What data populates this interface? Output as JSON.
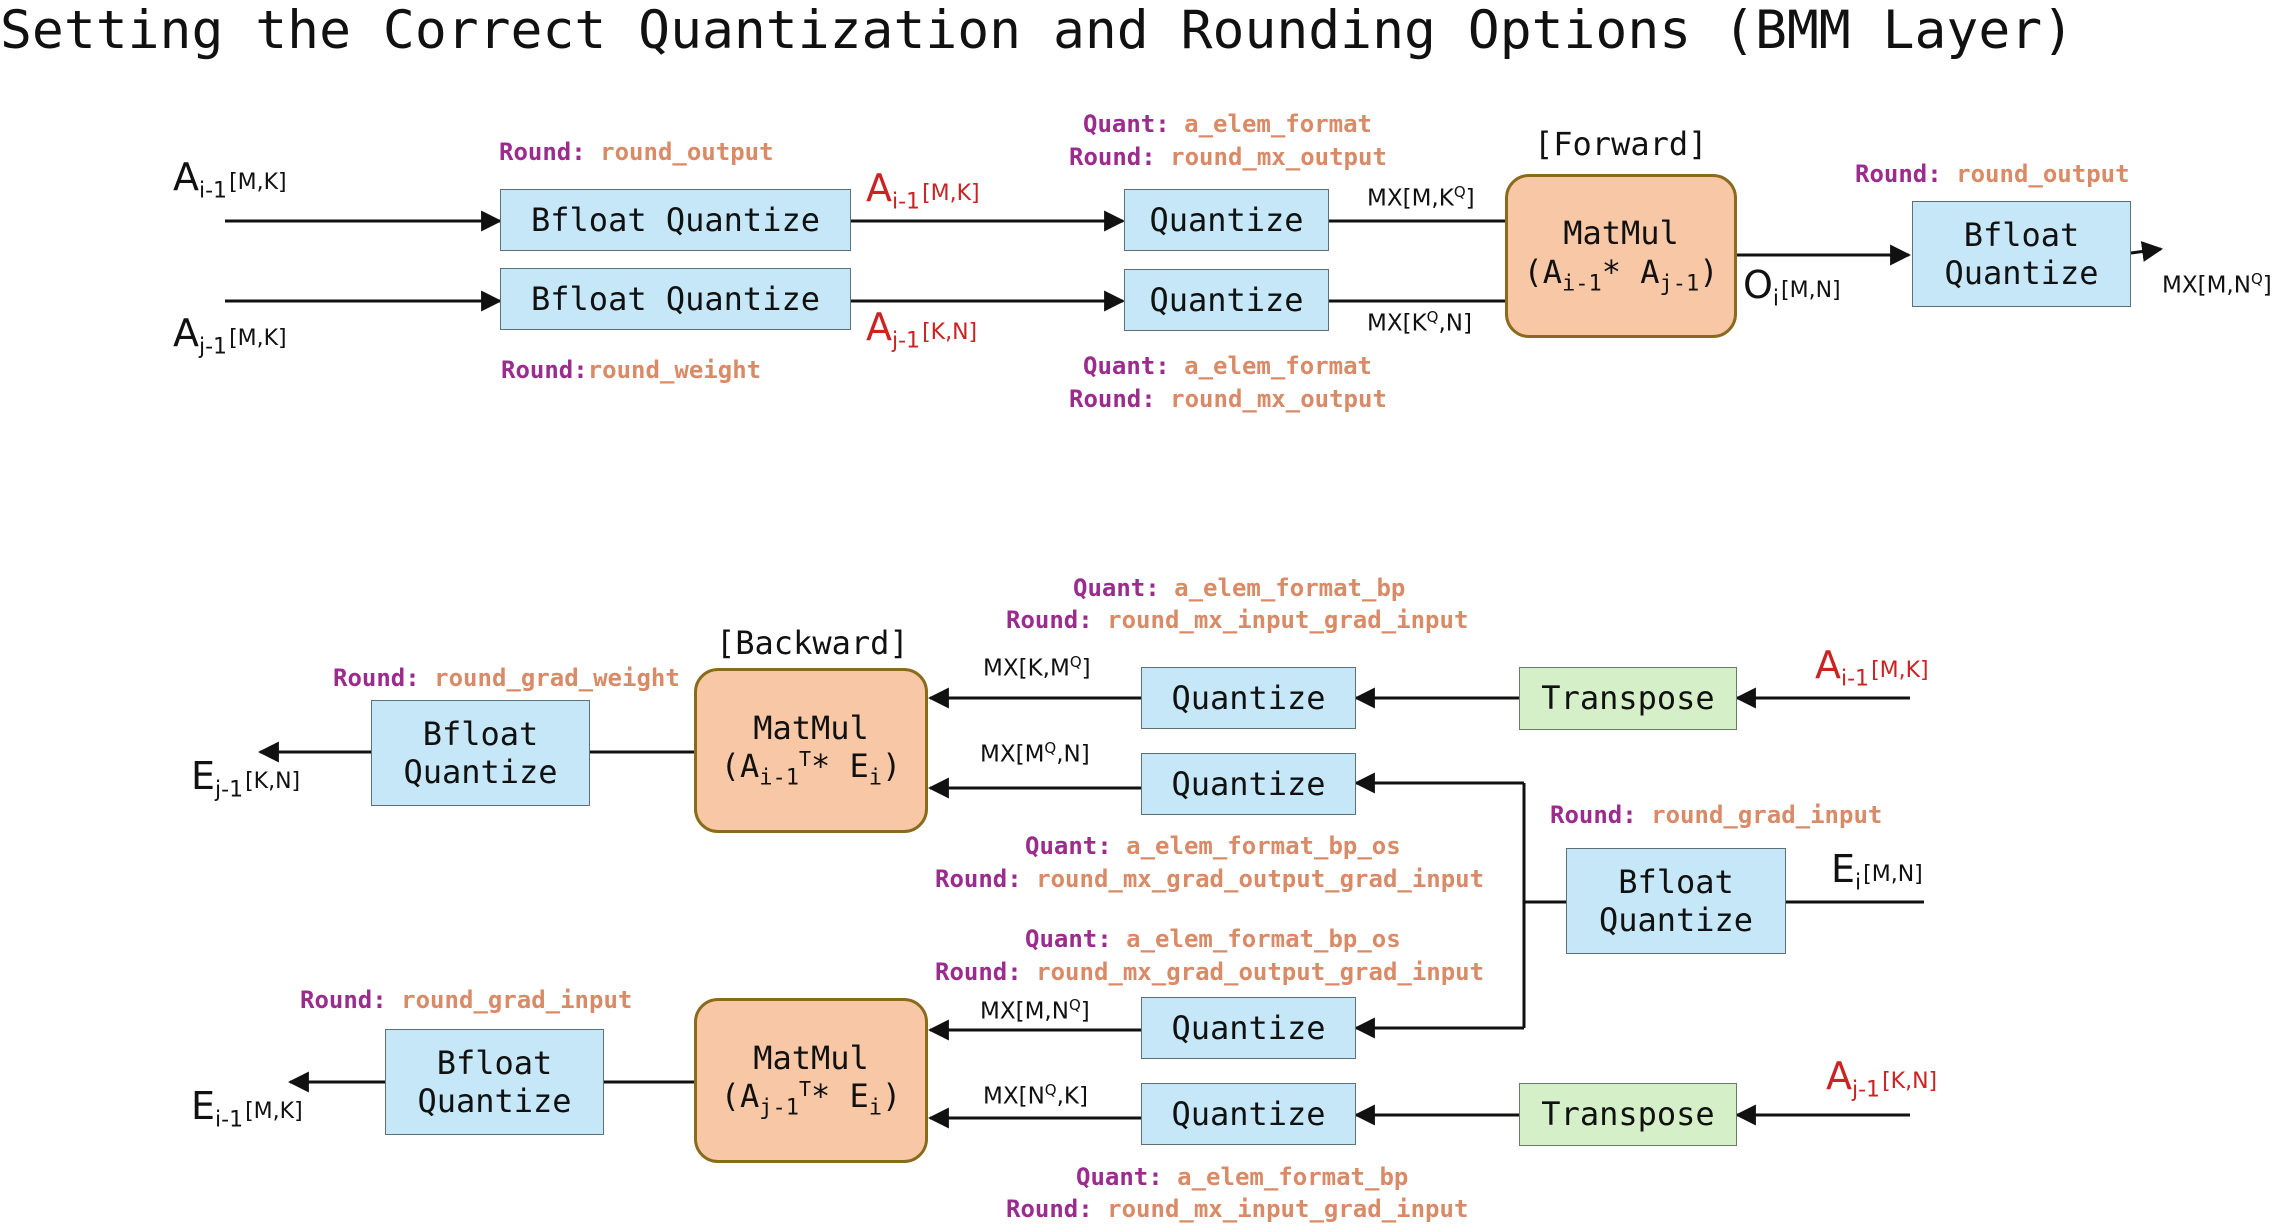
{
  "title": "Setting the Correct Quantization and Rounding Options (BMM Layer)",
  "common": {
    "round_key": "Round:",
    "quant_key": "Quant:",
    "bfloat_quantize": "Bfloat Quantize",
    "bfloat": "Bfloat",
    "quantize_word": "Quantize",
    "quantize": "Quantize",
    "transpose": "Transpose",
    "matmul": "MatMul",
    "star": "*",
    "close_paren": ")",
    "open_paren": "(",
    "A": "A",
    "E": "E",
    "O": "O",
    "T": "T"
  },
  "forward": {
    "stage": "[Forward]",
    "in1": {
      "base": "A",
      "sub": "i-1",
      "dims": "[M,K]"
    },
    "in2": {
      "base": "A",
      "sub": "j-1",
      "dims": "[M,K]"
    },
    "bq1_round_value": "round_output",
    "bq2_round_value": "round_weight",
    "mid1": {
      "base": "A",
      "sub": "i-1",
      "dims": "[M,K]"
    },
    "mid2": {
      "base": "A",
      "sub": "j-1",
      "dims": "[K,N]"
    },
    "q_quant_value": "a_elem_format",
    "q_round_value": "round_mx_output",
    "mx1": {
      "pre": "MX[M,K",
      "sup": "Q",
      "post": "]"
    },
    "mx2": {
      "pre": "MX[K",
      "sup": "Q",
      "post": ",N]"
    },
    "mm_sub1": "i-1",
    "mm_sub2": "j-1",
    "out": {
      "base": "O",
      "sub": "i",
      "dims": "[M,N]"
    },
    "bq_out_round_value": "round_output",
    "mx_out": {
      "pre": "MX[M,N",
      "sup": "Q",
      "post": "]"
    }
  },
  "backward": {
    "stage": "[Backward]",
    "in_a_i": {
      "base": "A",
      "sub": "i-1",
      "dims": "[M,K]"
    },
    "in_a_j": {
      "base": "A",
      "sub": "j-1",
      "dims": "[K,N]"
    },
    "in_e": {
      "base": "E",
      "sub": "i",
      "dims": "[M,N]"
    },
    "q_bp_quant_value": "a_elem_format_bp",
    "q_bp_round_value": "round_mx_input_grad_input",
    "q_os_quant_value": "a_elem_format_bp_os",
    "q_os_round_value": "round_mx_grad_output_grad_input",
    "bq_e_round_value": "round_grad_input",
    "mx_b1": {
      "pre": "MX[K,M",
      "sup": "Q",
      "post": "]"
    },
    "mx_b2": {
      "pre": "MX[M",
      "sup": "Q",
      "post": ",N]"
    },
    "mx_b3": {
      "pre": "MX[M,N",
      "sup": "Q",
      "post": "]"
    },
    "mx_b4": {
      "pre": "MX[N",
      "sup": "Q",
      "post": ",K]"
    },
    "mm1_sub": "i-1",
    "mm2_sub": "j-1",
    "e_sub": "i",
    "bq_w_round_value": "round_grad_weight",
    "bq_i_round_value": "round_grad_input",
    "out_w": {
      "base": "E",
      "sub": "j-1",
      "dims": "[K,N]"
    },
    "out_i": {
      "base": "E",
      "sub": "i-1",
      "dims": "[M,K]"
    }
  }
}
